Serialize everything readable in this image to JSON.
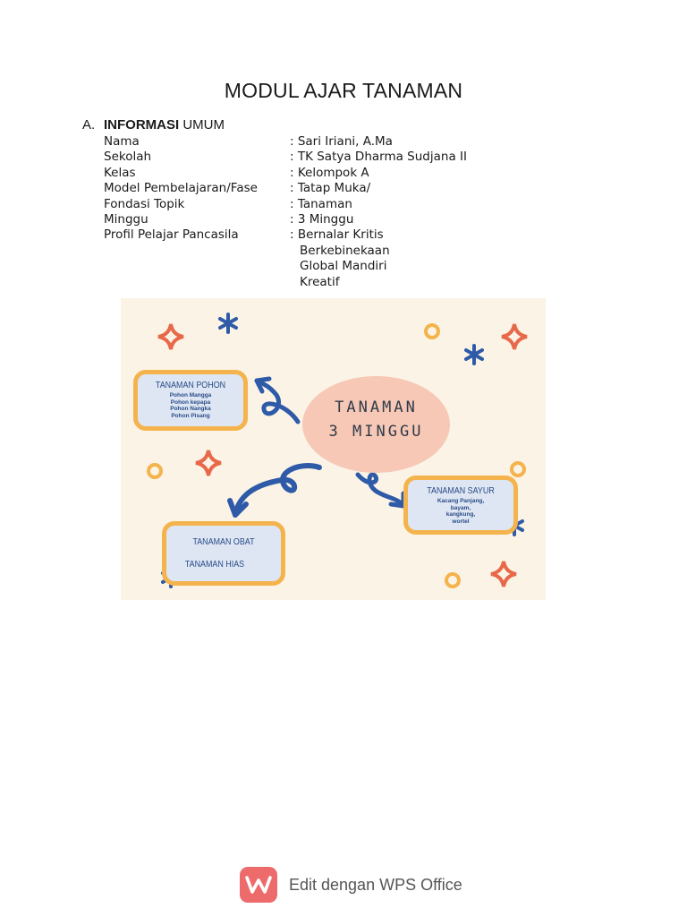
{
  "title": "MODUL AJAR  TANAMAN",
  "section": {
    "letter": "A.",
    "heading_bold": "INFORMASI",
    "heading_rest": " UMUM"
  },
  "info": [
    {
      "label": "Nama",
      "value": ": Sari Iriani, A.Ma"
    },
    {
      "label": "Sekolah",
      "value": ": TK Satya Dharma Sudjana II"
    },
    {
      "label": "Kelas",
      "value": ": Kelompok A"
    },
    {
      "label": "Model Pembelajaran/Fase",
      "value": ": Tatap Muka/"
    },
    {
      "label": "Fondasi Topik",
      "value": ": Tanaman"
    },
    {
      "label": "Minggu",
      "value": ": 3 Minggu"
    },
    {
      "label": "Profil Pelajar Pancasila",
      "value": ": Bernalar Kritis"
    }
  ],
  "profil_continued": [
    "Berkebinekaan",
    "Global Mandiri",
    "Kreatif"
  ],
  "mindmap": {
    "center_line1": "TANAMAN",
    "center_line2": "3 MINGGU",
    "pohon": {
      "title": "TANAMAN POHON",
      "items": [
        "Pohon Mangga",
        "Pohon kepapa",
        "Pohon Nangka",
        "Pohon Pisang"
      ]
    },
    "sayur": {
      "title": "TANAMAN SAYUR",
      "items": [
        "Kacang Panjang,",
        "bayam,",
        "kangkung,",
        "wortel"
      ]
    },
    "obat": {
      "line1": "TANAMAN OBAT",
      "line2": "TANAMAN HIAS"
    },
    "colors": {
      "background": "#fbf4e6",
      "box_border": "#f4b34c",
      "box_fill": "#dde6f2",
      "arrow": "#2f5aa8",
      "center": "#f7c8b5",
      "sparkle": "#e8694a"
    }
  },
  "footer": {
    "text": "Edit dengan WPS Office",
    "logo_icon": "wps-logo-icon"
  }
}
